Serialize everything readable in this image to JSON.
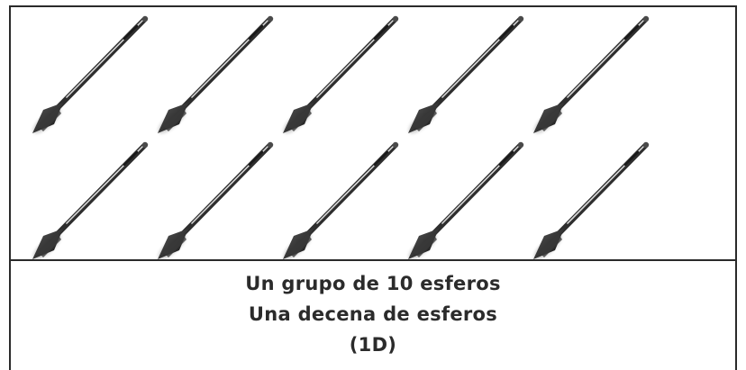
{
  "illustration": {
    "pen_count": 10,
    "rows": 2,
    "per_row": 5,
    "pen_icon": "ballpoint-pen-icon",
    "colors": {
      "pen_body": "#2e2e2e",
      "pen_highlight": "#d9d9d9",
      "border": "#2a2a2a",
      "caption_text": "#2b2b2b"
    }
  },
  "caption": {
    "line1": "Un grupo de 10 esferos",
    "line2": "Una decena de esferos",
    "line3": "(1D)"
  }
}
